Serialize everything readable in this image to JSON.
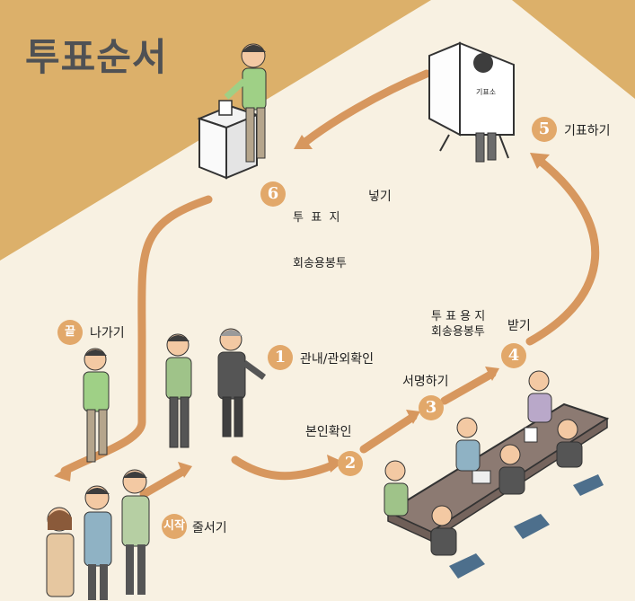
{
  "title": "투표순서",
  "steps": [
    {
      "marker": "시작",
      "label": "줄서기"
    },
    {
      "marker": "1",
      "label": "관내/관외확인"
    },
    {
      "marker": "2",
      "label": "본인확인"
    },
    {
      "marker": "3",
      "label": "서명하기"
    },
    {
      "marker": "4",
      "label_top": "투 표 용 지",
      "label_bottom": "회송용봉투",
      "label_suffix": "받기"
    },
    {
      "marker": "5",
      "label": "기표하기"
    },
    {
      "marker": "6",
      "label_top": "투  표  지",
      "label_bottom": "회송용봉투",
      "label_suffix": "넣기"
    },
    {
      "marker": "끝",
      "label": "나가기"
    }
  ],
  "booth_sign": "기표소",
  "colors": {
    "background": "#f8f1e2",
    "accent": "#dcb06a",
    "arrow": "#d7975e",
    "badge": "#e2a86a"
  }
}
